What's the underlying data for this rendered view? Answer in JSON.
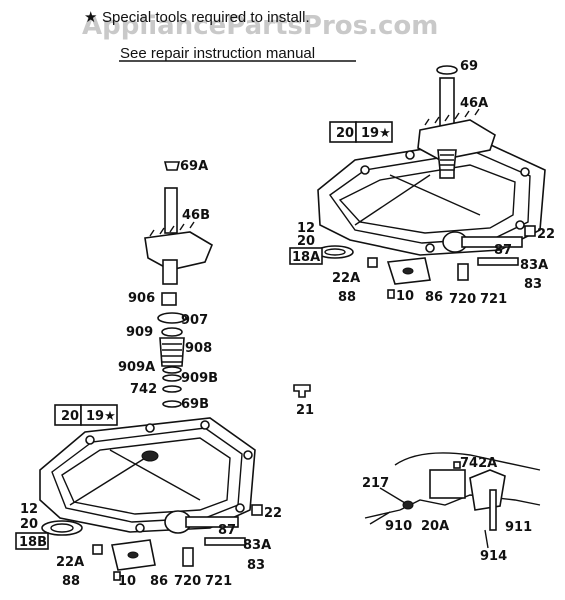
{
  "watermark": "AppliancePartsPros.com",
  "header": {
    "star": "★",
    "note_line1": "Special tools required to install.",
    "note_line2": "See repair instruction manual"
  },
  "upper_assembly": {
    "labels": [
      "69",
      "46A",
      "20",
      "19★",
      "12",
      "20",
      "18A",
      "22A",
      "88",
      "10",
      "86",
      "720",
      "721",
      "87",
      "83A",
      "83",
      "22"
    ]
  },
  "middle_parts": {
    "labels": [
      "69A",
      "46B",
      "906",
      "907",
      "909",
      "908",
      "909A",
      "909B",
      "742",
      "69B",
      "21"
    ]
  },
  "lower_assembly": {
    "labels": [
      "20",
      "19★",
      "12",
      "20",
      "18B",
      "22A",
      "88",
      "10",
      "86",
      "720",
      "721",
      "87",
      "83A",
      "83",
      "22"
    ]
  },
  "linkage_detail": {
    "labels": [
      "742A",
      "217",
      "910",
      "20A",
      "911",
      "914"
    ]
  }
}
